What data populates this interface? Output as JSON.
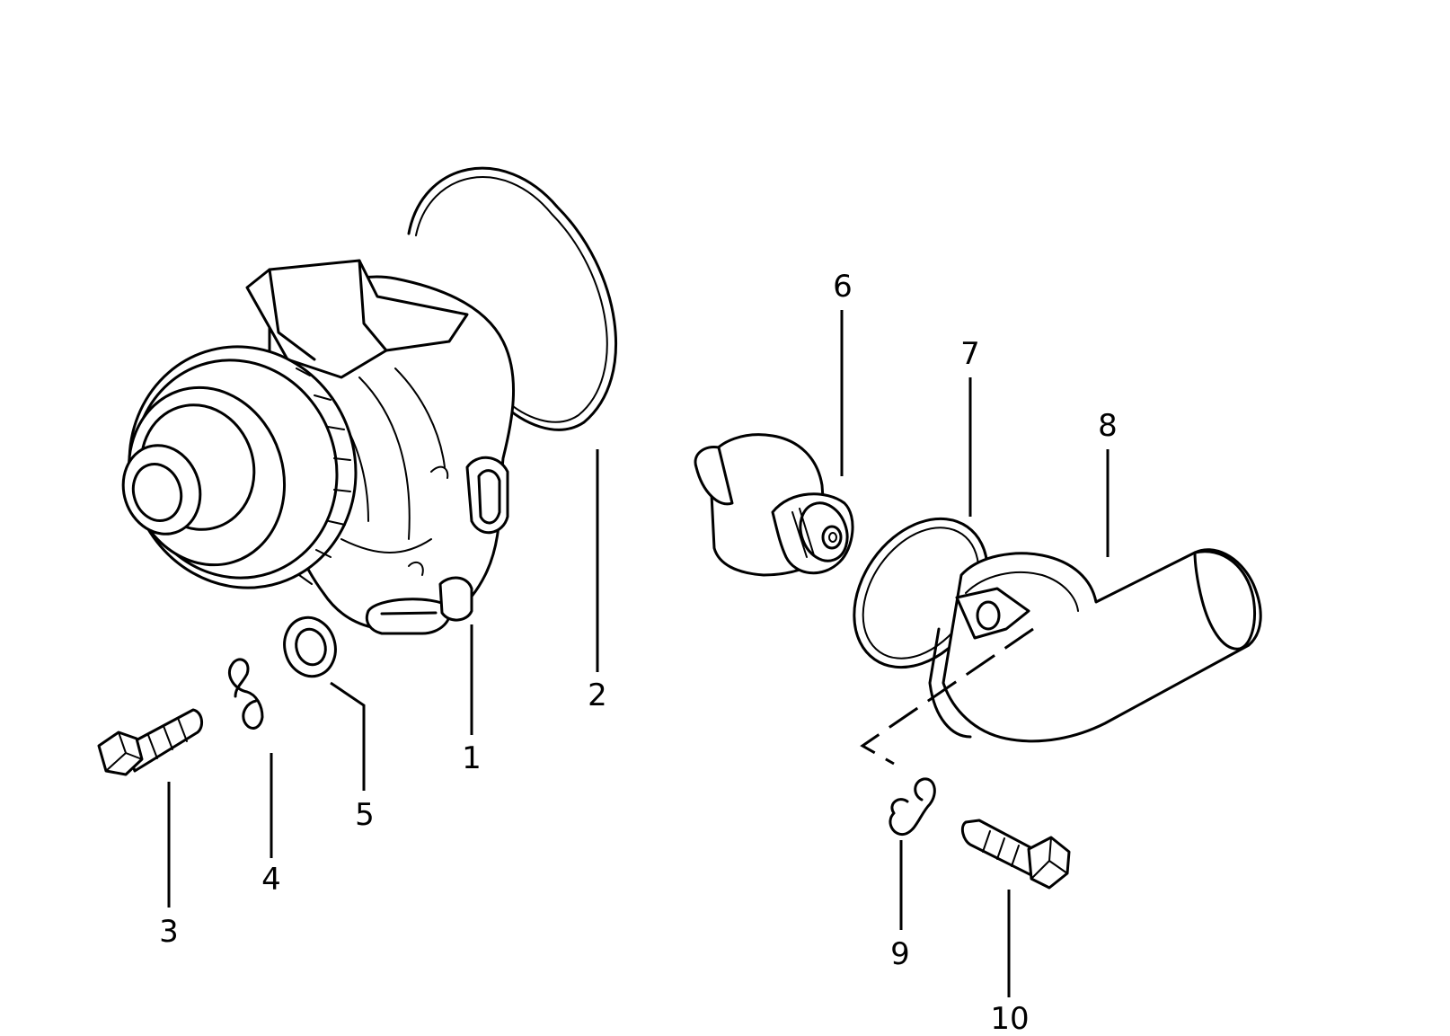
{
  "callouts": [
    {
      "id": "1",
      "label": "1",
      "part": "water-pump"
    },
    {
      "id": "2",
      "label": "2",
      "part": "pump-gasket-ring"
    },
    {
      "id": "3",
      "label": "3",
      "part": "hex-bolt"
    },
    {
      "id": "4",
      "label": "4",
      "part": "lock-clip"
    },
    {
      "id": "5",
      "label": "5",
      "part": "seal-washer"
    },
    {
      "id": "6",
      "label": "6",
      "part": "thermostat"
    },
    {
      "id": "7",
      "label": "7",
      "part": "o-ring-seal"
    },
    {
      "id": "8",
      "label": "8",
      "part": "coolant-elbow-housing"
    },
    {
      "id": "9",
      "label": "9",
      "part": "lock-clip"
    },
    {
      "id": "10",
      "label": "10",
      "part": "hex-bolt"
    }
  ]
}
